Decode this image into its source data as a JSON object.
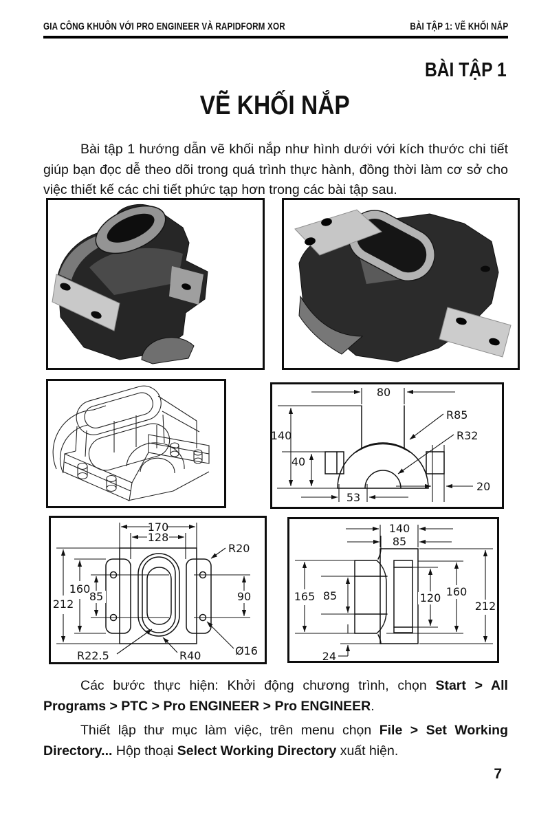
{
  "header": {
    "left": "GIA CÔNG KHUÔN VỚI PRO ENGINEER VÀ RAPIDFORM XOR",
    "right": "BÀI TẬP 1: VẼ KHỐI NẮP"
  },
  "lesson": {
    "kicker": "BÀI TẬP 1",
    "title": "VẼ KHỐI NẮP"
  },
  "intro": "Bài tập 1 hướng dẫn vẽ khối nắp như hình dưới với kích thước chi tiết giúp bạn đọc dễ theo dõi trong quá trình thực hành, đồng thời làm cơ sở cho việc thiết kế các chi tiết phức tạp hơn trong các bài tập sau.",
  "figures": {
    "front_view": {
      "d80": "80",
      "r85": "R85",
      "r32": "R32",
      "d140": "140",
      "d40": "40",
      "d53": "53",
      "d20": "20"
    },
    "top_view": {
      "d170": "170",
      "d128": "128",
      "r20": "R20",
      "d212": "212",
      "d160": "160",
      "d85": "85",
      "d90": "90",
      "dia16": "Ø16",
      "r225": "R22.5",
      "r40": "R40"
    },
    "side_view": {
      "d140": "140",
      "d85top": "85",
      "d165": "165",
      "d85": "85",
      "d120": "120",
      "d160": "160",
      "d212": "212",
      "d24": "24"
    }
  },
  "steps": [
    {
      "s1": "Các bước thực hiện: Khởi động chương trình, chọn ",
      "b1": "Start > All Programs > PTC > Pro ENGINEER > Pro ENGINEER",
      "s2": "."
    },
    {
      "s1": "Thiết lập thư mục làm việc, trên menu chọn ",
      "b1": "File > Set Working Directory...",
      "s2": " Hộp thoại ",
      "b2": "Select Working Directory",
      "s3": " xuất hiện."
    }
  ],
  "page": {
    "number": "7"
  }
}
